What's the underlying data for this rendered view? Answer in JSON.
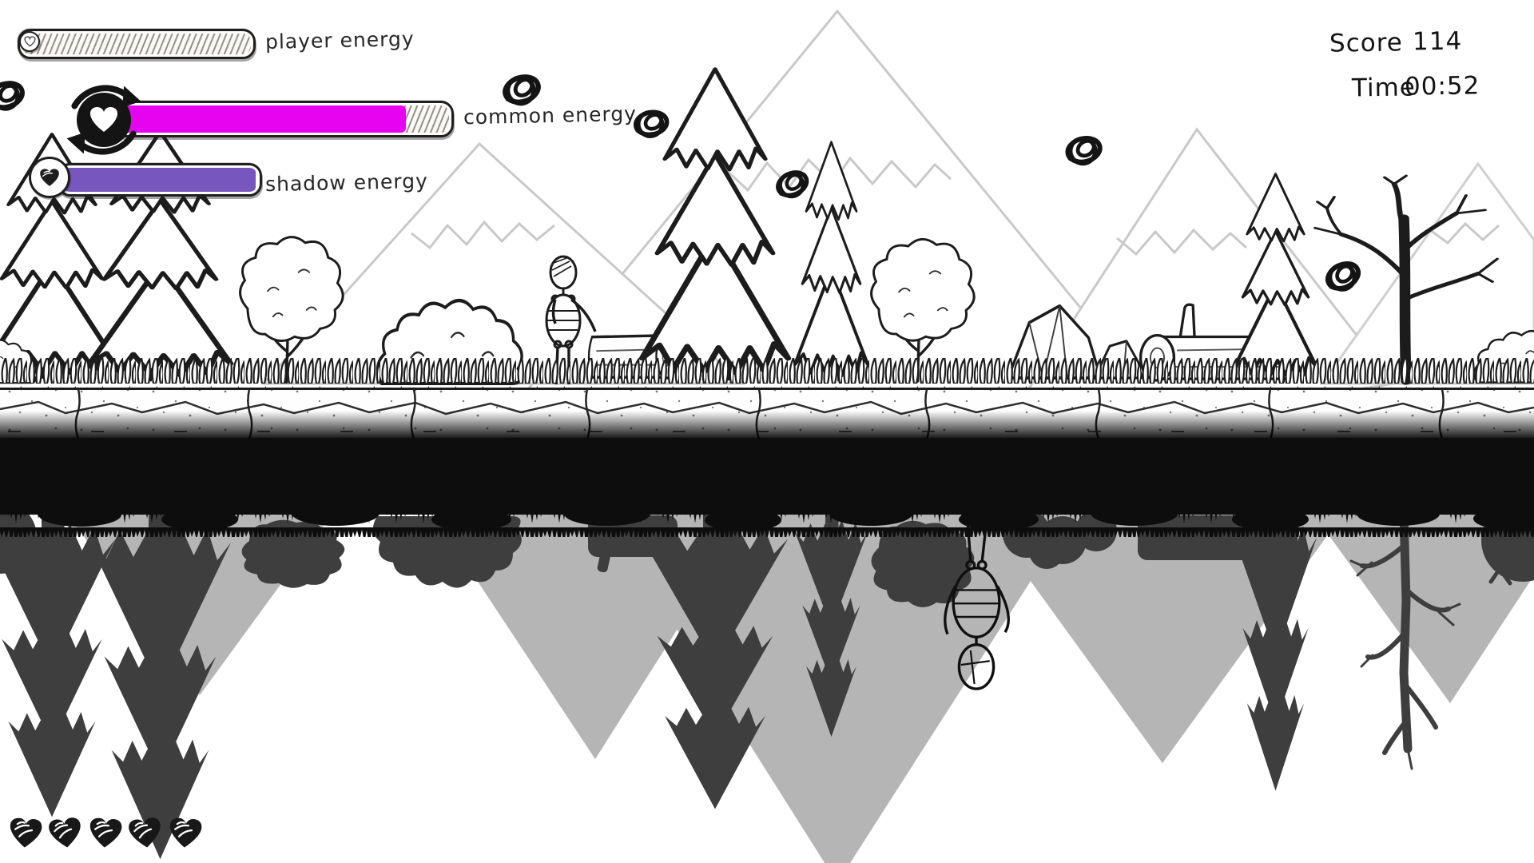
{
  "hud": {
    "bars": [
      {
        "label": "player energy",
        "fill_percent": 0,
        "fill_color": "#f6f4f0",
        "style": "hatched-empty"
      },
      {
        "label": "common energy",
        "fill_percent": 87,
        "fill_color": "#e603f0",
        "style": "filled"
      },
      {
        "label": "shadow energy",
        "fill_percent": 99,
        "fill_color": "#7757bd",
        "style": "filled"
      }
    ],
    "score": {
      "label": "Score",
      "value": "114"
    },
    "timer": {
      "label": "Time",
      "value": "00:52"
    },
    "lives": {
      "count": 5
    }
  },
  "collectibles": {
    "kind": "scribble-orb",
    "on_screen": 6
  },
  "colors": {
    "ink": "#1c1c1c",
    "common_energy": "#e603f0",
    "shadow_energy": "#7757bd",
    "mountain_outline": "#c9c9c9",
    "reflection_silhouette": "#3e3e3e",
    "reflection_mountain": "#b5b5b5",
    "canopy_band": "#0d0d0d"
  }
}
